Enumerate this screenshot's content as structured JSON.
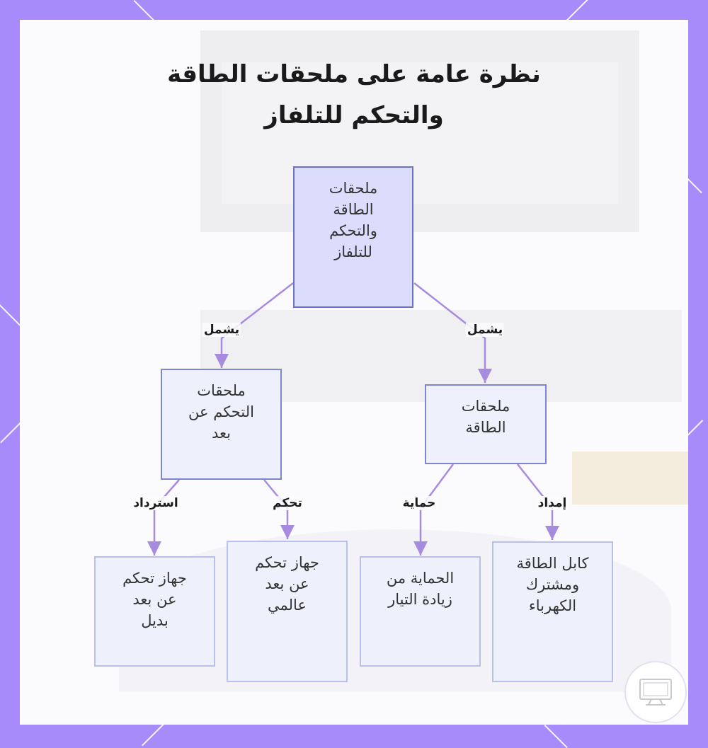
{
  "title": {
    "line1": "نظرة عامة على ملحقات الطاقة",
    "line2": "والتحكم للتلفاز"
  },
  "nodes": {
    "root": [
      "ملحقات",
      "الطاقة",
      "والتحكم",
      "للتلفاز"
    ],
    "remote": [
      "ملحقات",
      "التحكم عن",
      "بعد"
    ],
    "power": [
      "ملحقات",
      "الطاقة"
    ],
    "alt_remote": [
      "جهاز تحكم",
      "عن بعد",
      "بديل"
    ],
    "universal_remote": [
      "جهاز تحكم",
      "عن بعد",
      "عالمي"
    ],
    "surge": [
      "الحماية من",
      "زيادة التيار"
    ],
    "cable": [
      "كابل الطاقة",
      "ومشترك",
      "الكهرباء"
    ]
  },
  "edges": {
    "root_to_remote": "يشمل",
    "root_to_power": "يشمل",
    "remote_to_alt": "استرداد",
    "remote_to_universal": "تحكم",
    "power_to_surge": "حماية",
    "power_to_cable": "إمداد"
  },
  "colors": {
    "frame": "#a78bfa",
    "edge": "#a78bdf",
    "root_fill": "#dcdcfd",
    "node_border": "#7f86d0"
  },
  "watermark_icon": "tv-icon"
}
